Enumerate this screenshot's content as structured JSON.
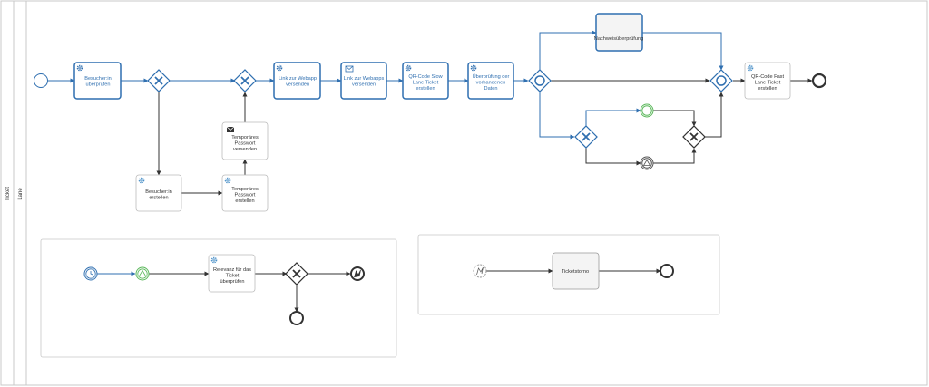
{
  "pool": {
    "label": "Ticket"
  },
  "lane": {
    "label": "Lane"
  },
  "tasks": {
    "besucher_pruefen": [
      "Besucher:in",
      "überprüfen"
    ],
    "besucher_erstellen": [
      "Besucher:in",
      "erstellen"
    ],
    "pw_erstellen": [
      "Temporäres",
      "Passwort",
      "erstellen"
    ],
    "pw_versenden": [
      "Temporäres",
      "Passwort",
      "versenden"
    ],
    "webapp_link_1": [
      "Link zur Webapp",
      "versenden"
    ],
    "webapp_link_2": [
      "Link zur Webapps",
      "versenden"
    ],
    "qr_slow": [
      "QR-Code Slow",
      "Lane Ticket",
      "erstellen"
    ],
    "daten_pruefen": [
      "Überprüfung der",
      "vorhandenen",
      "Daten"
    ],
    "nachweis": [
      "Nachweisüberprüfung"
    ],
    "qr_fast": [
      "QR-Code Fast",
      "Lane Ticket",
      "erstellen"
    ],
    "relevanz": [
      "Relevanz für das",
      "Ticket",
      "überprüfen"
    ],
    "ticketstorno": [
      "Ticketstorno"
    ]
  },
  "colors": {
    "accent": "#2f6fb0",
    "stroke": "#333333",
    "green": "#5cb85c",
    "border": "#c8c8c8"
  }
}
